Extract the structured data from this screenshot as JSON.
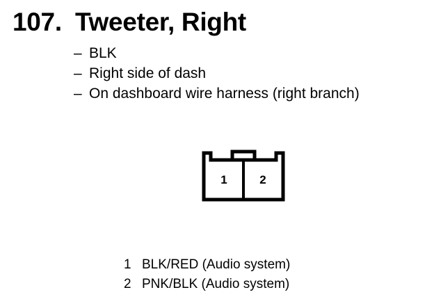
{
  "component": {
    "number": "107.",
    "title": "Tweeter, Right"
  },
  "notes": [
    {
      "dash": "–",
      "text": "BLK"
    },
    {
      "dash": "–",
      "text": "Right side of dash"
    },
    {
      "dash": "–",
      "text": "On dashboard wire harness (right branch)"
    }
  ],
  "connector": {
    "terminals": [
      "1",
      "2"
    ],
    "outline_color": "#000000"
  },
  "pins": [
    {
      "num": "1",
      "desc": "BLK/RED (Audio system)"
    },
    {
      "num": "2",
      "desc": "PNK/BLK (Audio system)"
    }
  ]
}
